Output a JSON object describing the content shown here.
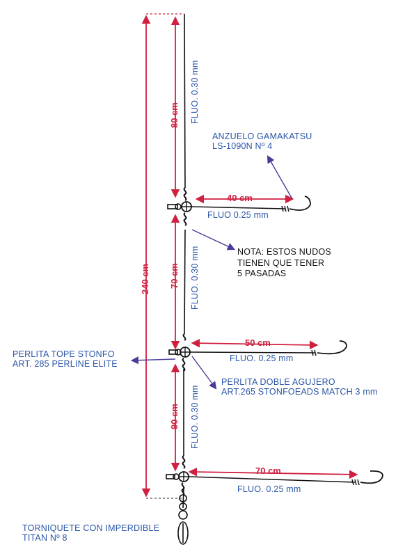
{
  "labels": {
    "total_length": "240 cm",
    "seg1_length": "80 cm",
    "seg2_length": "70 cm",
    "seg3_length": "90 cm",
    "main_line_1": "FLUO. 0.30 mm",
    "main_line_2": "FLUO. 0.30 mm",
    "main_line_3": "FLUO. 0.30 mm",
    "branch1_length": "40 cm",
    "branch1_line": "FLUO 0.25 mm",
    "branch2_length": "50 cm",
    "branch2_line": "FLUO. 0.25 mm",
    "branch3_length": "70 cm",
    "branch3_line": "FLUO. 0.25 mm",
    "hook_line1": "ANZUELO GAMAKATSU",
    "hook_line2": "LS-1090N Nº 4",
    "note_line1": "NOTA: ESTOS NUDOS",
    "note_line2": "TIENEN QUE TENER",
    "note_line3": "5 PASADAS",
    "stop_bead_line1": "PERLITA TOPE STONFO",
    "stop_bead_line2": "ART. 285 PERLINE ELITE",
    "double_bead_line1": "PERLITA DOBLE AGUJERO",
    "double_bead_line2": "ART.265 STONFOEADS MATCH 3 mm",
    "swivel_line1": "TORNIQUETE CON IMPERDIBLE",
    "swivel_line2": "TITAN Nº 8"
  },
  "colors": {
    "dimension": "#d02040",
    "label_blue": "#2a56a8",
    "pointer": "#4a3a9a",
    "line": "#111111"
  }
}
